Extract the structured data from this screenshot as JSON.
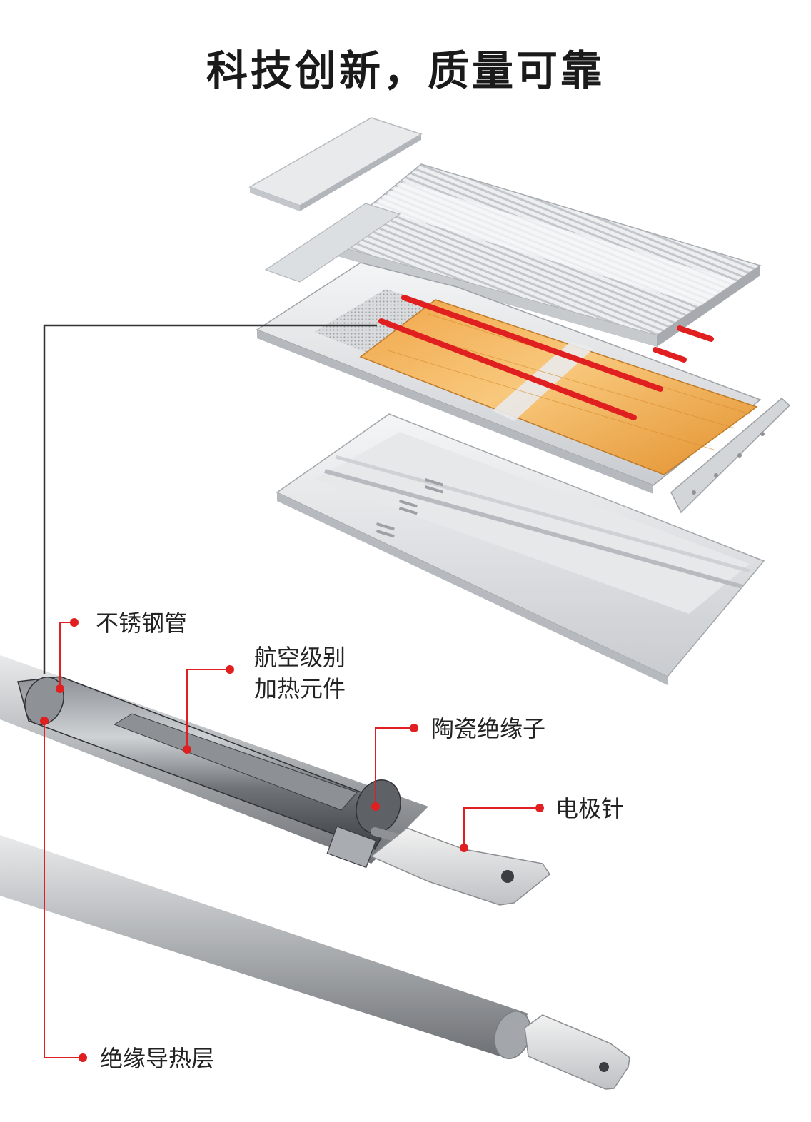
{
  "title": "科技创新，质量可靠",
  "labels": {
    "stainless_tube": "不锈钢管",
    "heating_element_line1": "航空级别",
    "heating_element_line2": "加热元件",
    "ceramic_insulator": "陶瓷绝缘子",
    "electrode_pin": "电极针",
    "insulating_layer": "绝缘导热层"
  },
  "colors": {
    "accent": "#e02020",
    "leader": "#333333",
    "glow": "#f3a13a",
    "aluminum": "#d7dadd"
  }
}
